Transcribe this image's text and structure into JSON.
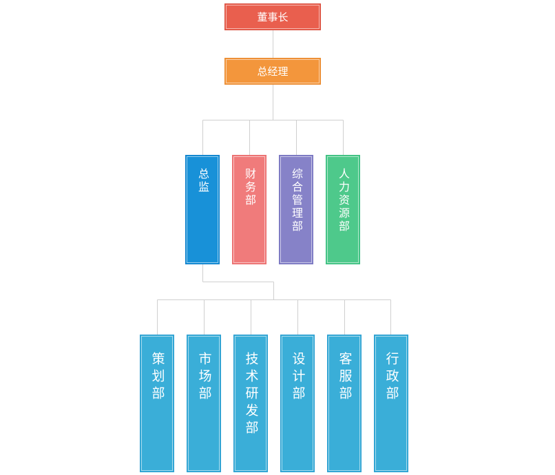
{
  "colors": {
    "chairman": "#e95f4e",
    "general_manager": "#f3963c",
    "director": "#1891d8",
    "finance": "#f07b7b",
    "admin": "#8682c8",
    "hr": "#4ec98b",
    "department": "#3aaed8",
    "connector": "#cfcfcf"
  },
  "top": {
    "chairman": "董事长",
    "general_manager": "总经理"
  },
  "middle": [
    {
      "label": "总监"
    },
    {
      "label": "财务部"
    },
    {
      "label": "综合管理部"
    },
    {
      "label": "人力资源部"
    }
  ],
  "departments": [
    {
      "label": "策划部"
    },
    {
      "label": "市场部"
    },
    {
      "label": "技术研发部"
    },
    {
      "label": "设计部"
    },
    {
      "label": "客服部"
    },
    {
      "label": "行政部"
    }
  ]
}
